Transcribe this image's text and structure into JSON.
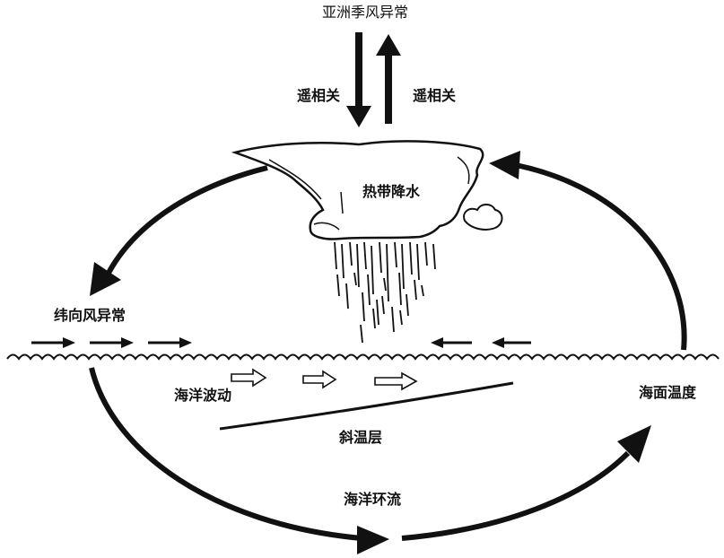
{
  "labels": {
    "asian_monsoon": "亚洲季风异常",
    "teleconnection_left": "遥相关",
    "teleconnection_right": "遥相关",
    "tropical_precip": "热带降水",
    "zonal_wind": "纬向风异常",
    "ocean_waves": "海洋波动",
    "thermocline": "斜温层",
    "sst": "海面温度",
    "ocean_circulation": "海洋环流"
  },
  "colors": {
    "ink": "#111111",
    "background": "#ffffff"
  }
}
